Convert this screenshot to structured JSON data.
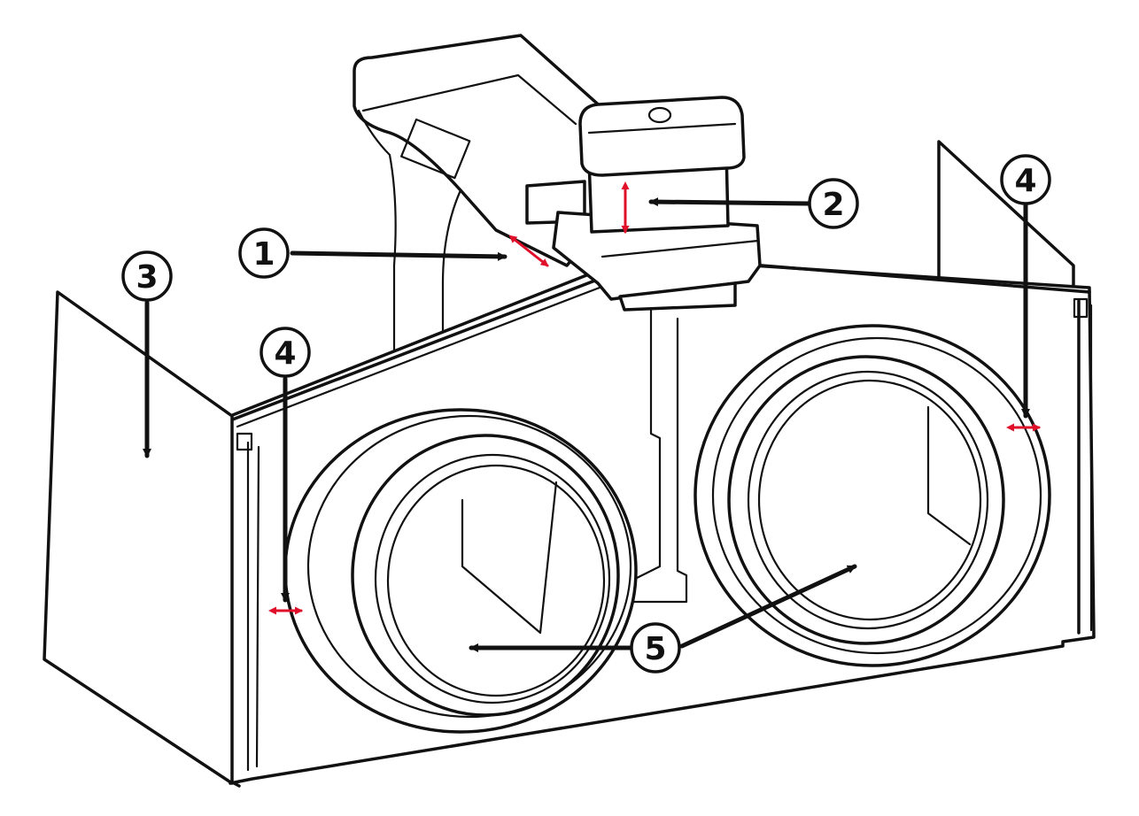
{
  "callouts": {
    "c1": "1",
    "c2": "2",
    "c3": "3",
    "c4a": "4",
    "c4b": "4",
    "c5": "5"
  },
  "colors": {
    "line": "#111111",
    "adjust_arrow": "#e0102a",
    "background": "#ffffff"
  }
}
